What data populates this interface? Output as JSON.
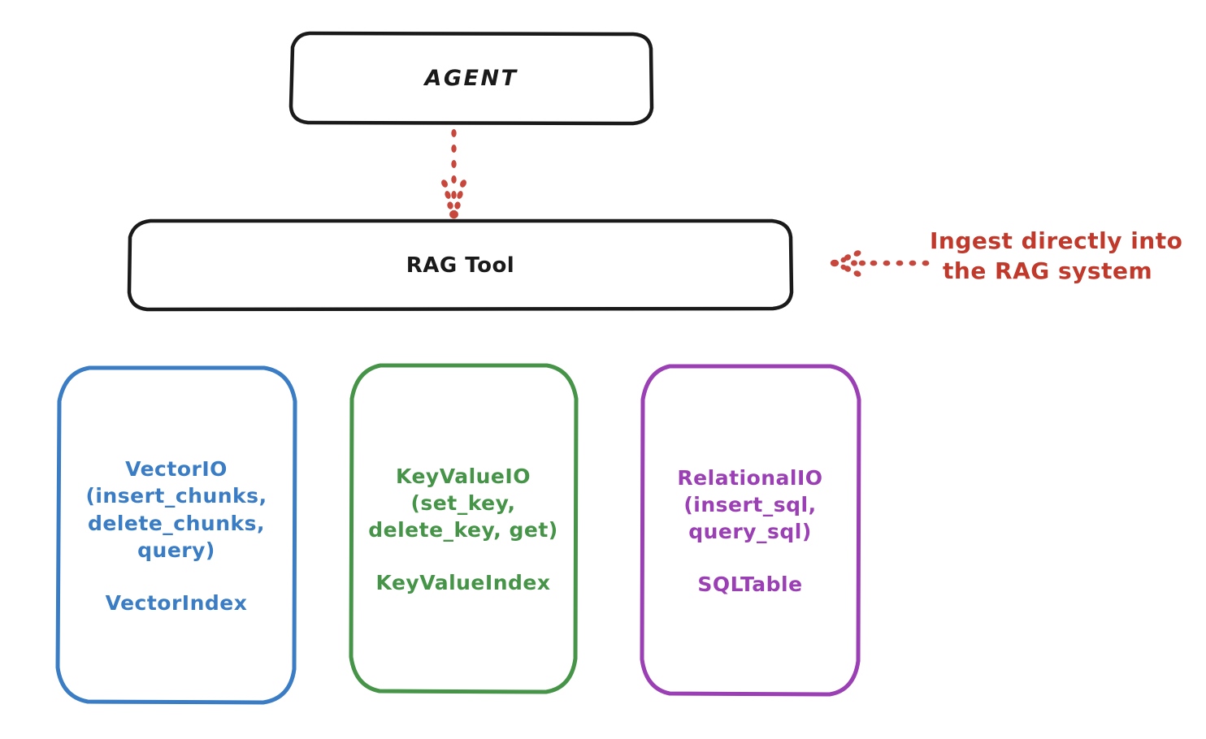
{
  "diagram": {
    "title_node": {
      "label": "AGENT"
    },
    "tool_node": {
      "label": "RAG Tool"
    },
    "leaves": [
      {
        "id": "vector",
        "api_label": "VectorIO\n(insert_chunks,\ndelete_chunks,\nquery)",
        "index_label": "VectorIndex",
        "color": "#3b7dc4"
      },
      {
        "id": "keyvalue",
        "api_label": "KeyValueIO\n(set_key,\ndelete_key, get)",
        "index_label": "KeyValueIndex",
        "color": "#459448"
      },
      {
        "id": "relational",
        "api_label": "RelationalIO\n(insert_sql,\nquery_sql)",
        "index_label": "SQLTable",
        "color": "#9b3fb5"
      }
    ],
    "annotation": {
      "line1": "Ingest directly into",
      "line2": "the RAG system",
      "color": "#c0392b"
    },
    "connectors": [
      {
        "name": "agent-to-rag-tool",
        "style": "dotted",
        "color": "#c0392b",
        "direction": "down"
      },
      {
        "name": "ingest-into-rag-tool",
        "style": "dotted",
        "color": "#c0392b",
        "direction": "left"
      }
    ],
    "stroke_colors": {
      "default": "#1a1a1a",
      "vector": "#3b7dc4",
      "keyvalue": "#459448",
      "relational": "#9b3fb5",
      "annotation": "#c0392b"
    },
    "background": "#ffffff"
  }
}
